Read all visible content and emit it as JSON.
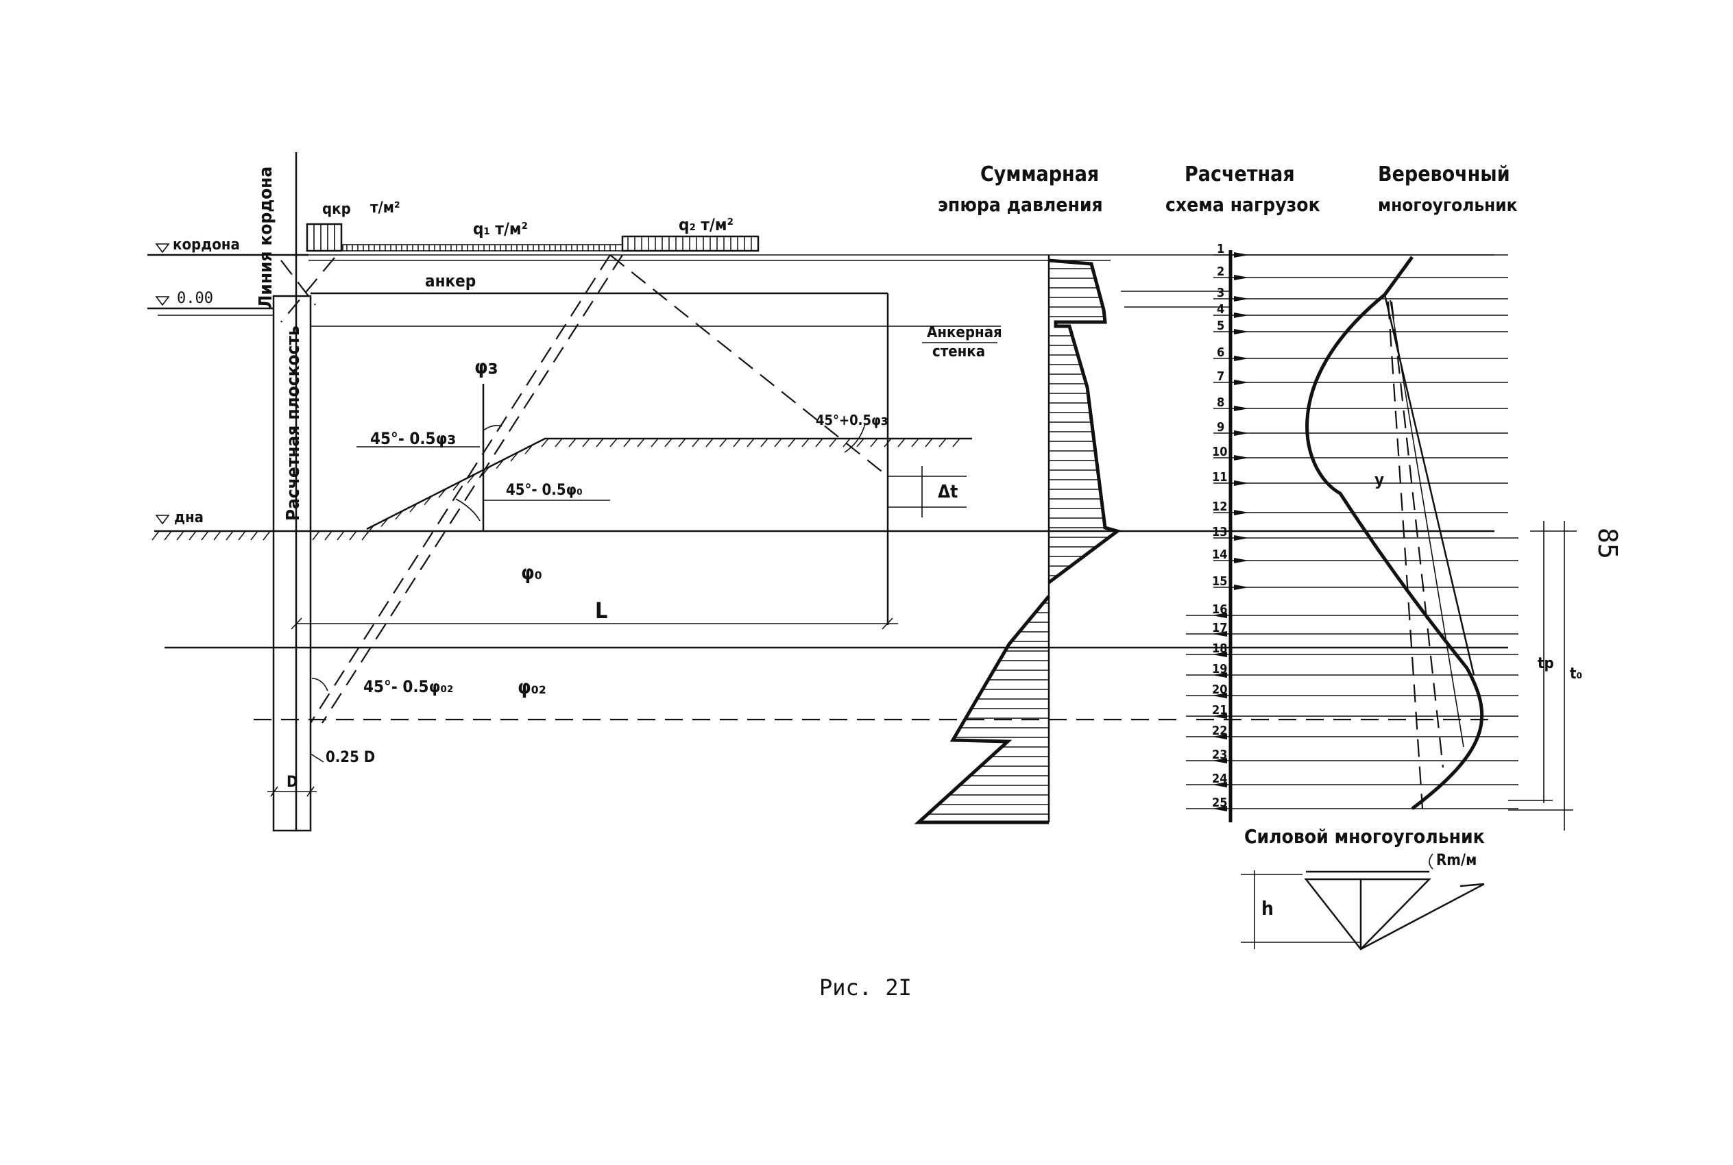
{
  "page_number": "85",
  "caption": "Рис. 2I",
  "headers": {
    "pressure_diagram": [
      "Суммарная",
      "эпюра давления"
    ],
    "load_scheme": [
      "Расчетная",
      "схема нагрузок"
    ],
    "funicular": [
      "Веревочный",
      "многоугольник"
    ],
    "force_polygon": "Силовой многоугольник"
  },
  "levels": {
    "cordon": "кордона",
    "zero": "0.00",
    "bottom": "дна"
  },
  "vertical_labels": {
    "cordon_line": "Линия кордона",
    "design_plane": "Расчетная плоскость"
  },
  "loads": {
    "q_kr": "qкр",
    "q_kr_unit": "т/м²",
    "q1": "q₁ т/м²",
    "q2": "q₂ т/м²"
  },
  "labels": {
    "anchor": "анкер",
    "anchor_wall": [
      "Анкерная",
      "стенка"
    ],
    "phi_z": "φз",
    "angle_z": "45°- 0.5φз",
    "angle_0": "45°- 0.5φ₀",
    "angle_plus": "45°+0.5φз",
    "delta_t": "Δt",
    "phi_0": "φ₀",
    "L": "L",
    "angle_02": "45°- 0.5φ₀₂",
    "phi_02": "φ₀₂",
    "quarter_d": "0.25 D",
    "D": "D",
    "y": "y",
    "tp": "tp",
    "t0": "t₀",
    "h": "h",
    "rm": "Rm/м"
  },
  "load_numbers": [
    "1",
    "2",
    "3",
    "4",
    "5",
    "6",
    "7",
    "8",
    "9",
    "10",
    "11",
    "12",
    "13",
    "14",
    "15",
    "16",
    "17",
    "18",
    "19",
    "20",
    "21",
    "22",
    "23",
    "24",
    "25"
  ]
}
